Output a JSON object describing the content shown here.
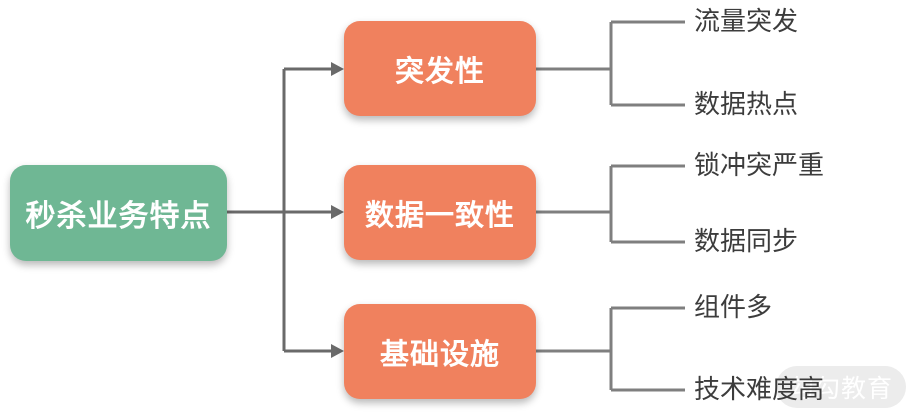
{
  "diagram": {
    "title": "seckill-business-characteristics-mindmap",
    "root": {
      "label": "秒杀业务特点"
    },
    "branches": [
      {
        "label": "突发性",
        "children": [
          "流量突发",
          "数据热点"
        ]
      },
      {
        "label": "数据一致性",
        "children": [
          "锁冲突严重",
          "数据同步"
        ]
      },
      {
        "label": "基础设施",
        "children": [
          "组件多",
          "技术难度高"
        ]
      }
    ],
    "watermark": {
      "text": "勾勾教育"
    },
    "colors": {
      "root_bg": "#6fb794",
      "branch_bg": "#f0815e",
      "node_text": "#ffffff",
      "connector_left": "#6a6a6a",
      "connector_right": "#7f7f7f",
      "leaf_text": "#3c3c3c",
      "watermark_bg": "#ececec",
      "watermark_text": "#ffffff",
      "background": "#ffffff"
    }
  }
}
